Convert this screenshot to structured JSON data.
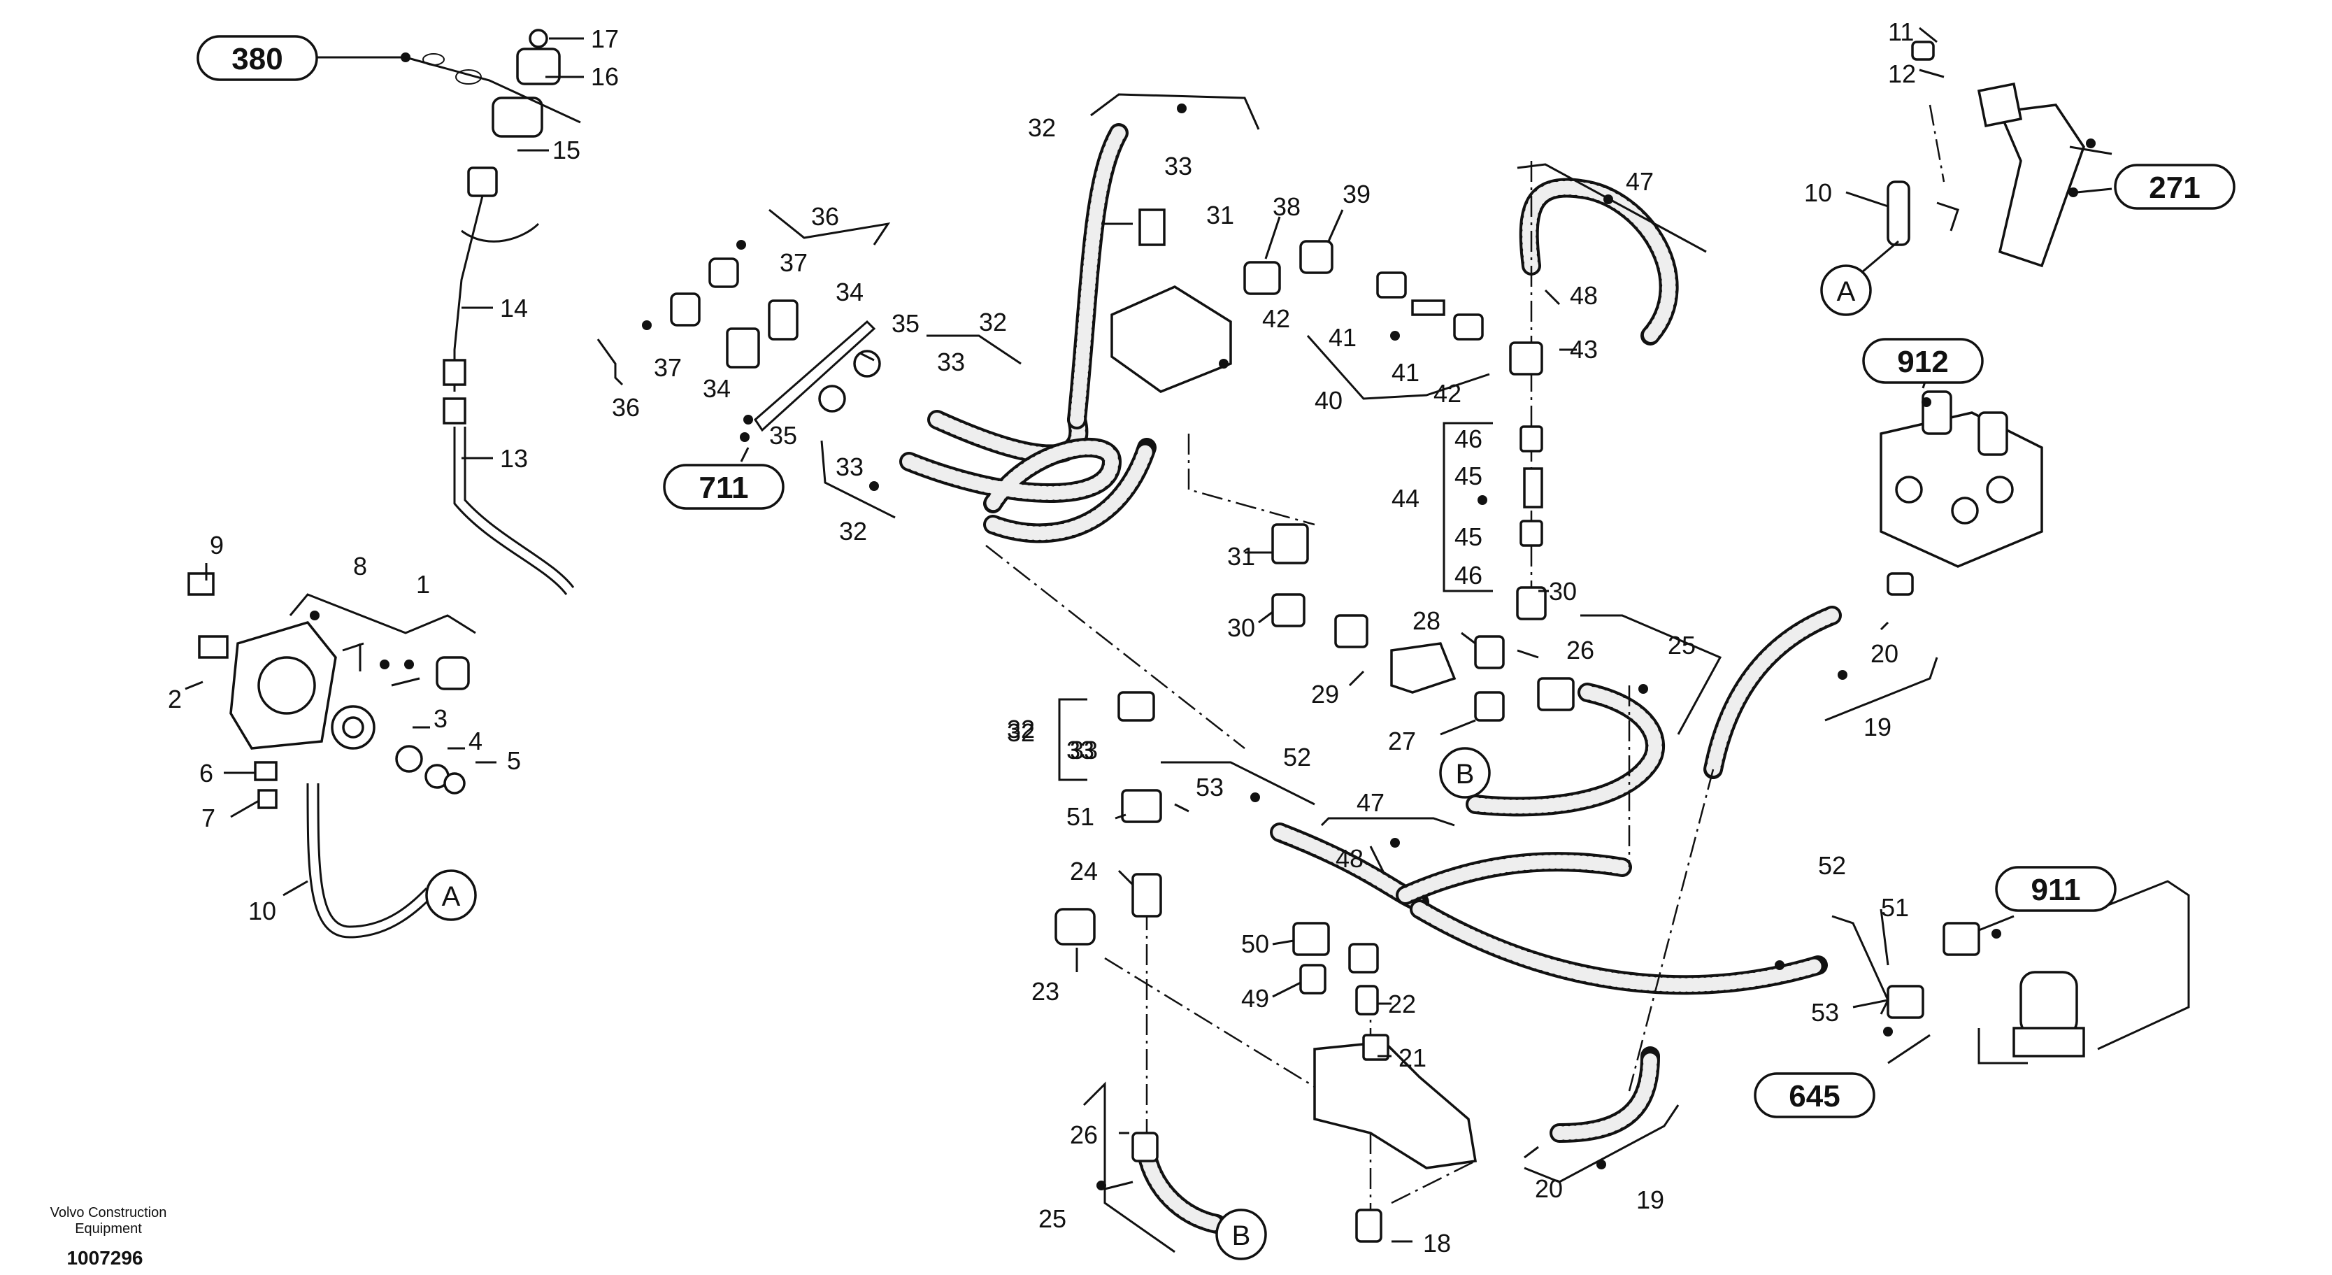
{
  "diagram": {
    "footer_company": "Volvo Construction",
    "footer_company2": "Equipment",
    "footer_number": "1007296",
    "part_numbers": [
      {
        "text": "17"
      },
      {
        "text": "16"
      },
      {
        "text": "15"
      },
      {
        "text": "14"
      },
      {
        "text": "13"
      },
      {
        "text": "9"
      },
      {
        "text": "8"
      },
      {
        "text": "1"
      },
      {
        "text": "2"
      },
      {
        "text": "3"
      },
      {
        "text": "4"
      },
      {
        "text": "5"
      },
      {
        "text": "6"
      },
      {
        "text": "7"
      },
      {
        "text": "10"
      },
      {
        "text": "36"
      },
      {
        "text": "37"
      },
      {
        "text": "34"
      },
      {
        "text": "35"
      },
      {
        "text": "32"
      },
      {
        "text": "33"
      },
      {
        "text": "37"
      },
      {
        "text": "34"
      },
      {
        "text": "36"
      },
      {
        "text": "35"
      },
      {
        "text": "33"
      },
      {
        "text": "32"
      },
      {
        "text": "33"
      },
      {
        "text": "32"
      },
      {
        "text": "32"
      },
      {
        "text": "33"
      },
      {
        "text": "31"
      },
      {
        "text": "38"
      },
      {
        "text": "39"
      },
      {
        "text": "42"
      },
      {
        "text": "41"
      },
      {
        "text": "41"
      },
      {
        "text": "42"
      },
      {
        "text": "40"
      },
      {
        "text": "47"
      },
      {
        "text": "48"
      },
      {
        "text": "43"
      },
      {
        "text": "46"
      },
      {
        "text": "45"
      },
      {
        "text": "44"
      },
      {
        "text": "45"
      },
      {
        "text": "46"
      },
      {
        "text": "30"
      },
      {
        "text": "31"
      },
      {
        "text": "30"
      },
      {
        "text": "28"
      },
      {
        "text": "26"
      },
      {
        "text": "25"
      },
      {
        "text": "29"
      },
      {
        "text": "27"
      },
      {
        "text": "32"
      },
      {
        "text": "33"
      },
      {
        "text": "52"
      },
      {
        "text": "53"
      },
      {
        "text": "51"
      },
      {
        "text": "47"
      },
      {
        "text": "48"
      },
      {
        "text": "24"
      },
      {
        "text": "23"
      },
      {
        "text": "50"
      },
      {
        "text": "49"
      },
      {
        "text": "22"
      },
      {
        "text": "21"
      },
      {
        "text": "26"
      },
      {
        "text": "25"
      },
      {
        "text": "18"
      },
      {
        "text": "20"
      },
      {
        "text": "19"
      },
      {
        "text": "11"
      },
      {
        "text": "12"
      },
      {
        "text": "10"
      },
      {
        "text": "20"
      },
      {
        "text": "19"
      },
      {
        "text": "52"
      },
      {
        "text": "51"
      },
      {
        "text": "53"
      }
    ],
    "references": [
      {
        "text": "380"
      },
      {
        "text": "711"
      },
      {
        "text": "271"
      },
      {
        "text": "912"
      },
      {
        "text": "911"
      },
      {
        "text": "645"
      }
    ],
    "connectors": [
      {
        "text": "A"
      },
      {
        "text": "A"
      },
      {
        "text": "B"
      },
      {
        "text": "B"
      }
    ]
  }
}
